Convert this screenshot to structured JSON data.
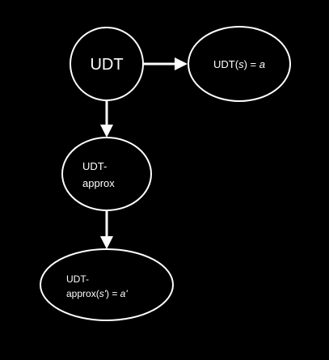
{
  "diagram": {
    "nodes": {
      "udt": {
        "label": "UDT"
      },
      "udt_result": {
        "label_prefix": "UDT(",
        "label_var": "s",
        "label_mid": ") = ",
        "label_value": "a"
      },
      "udt_approx": {
        "line1": "UDT-",
        "line2": "approx"
      },
      "udt_approx_result": {
        "line1": "UDT-",
        "line2_prefix": "approx(",
        "line2_var": "s'",
        "line2_mid": ") = ",
        "line2_value": "a'"
      }
    },
    "colors": {
      "background": "#000000",
      "stroke": "#ffffff",
      "text": "#ffffff"
    }
  }
}
